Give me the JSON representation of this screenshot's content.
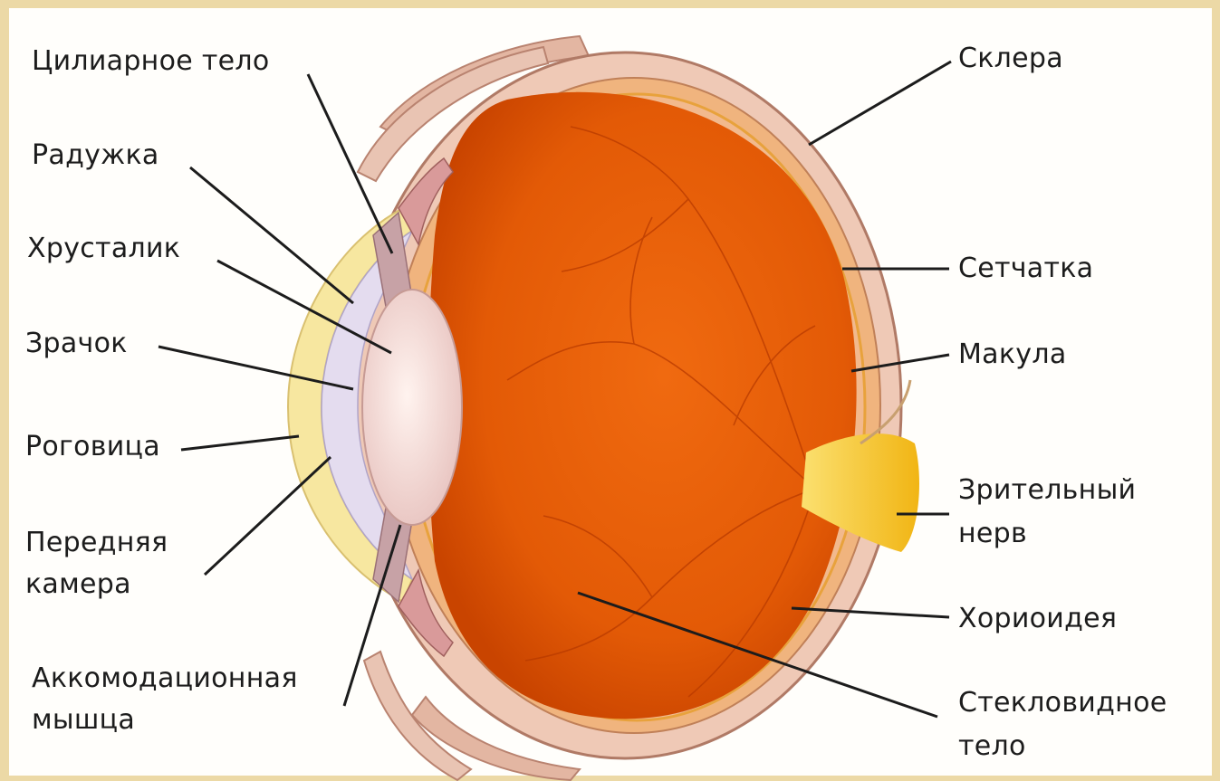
{
  "labels": {
    "ciliary_body": "Цилиарное тело",
    "iris": "Радужка",
    "lens": "Хрусталик",
    "pupil": "Зрачок",
    "cornea": "Роговица",
    "anterior_chamber_1": "Передняя",
    "anterior_chamber_2": "камера",
    "accommodation_muscle_1": "Аккомодационная",
    "accommodation_muscle_2": "мышца",
    "sclera": "Склера",
    "retina": "Сетчатка",
    "macula": "Макула",
    "optic_nerve_1": "Зрительный",
    "optic_nerve_2": "нерв",
    "choroid": "Хориоидея",
    "vitreous_1": "Стекловидное",
    "vitreous_2": "тело"
  },
  "colors": {
    "background_border": "#ecd9a6",
    "vitreous": "#e85e08",
    "cornea": "#f7e7a0",
    "lens": "#f4dcd6",
    "optic_nerve": "#f3c62a"
  }
}
